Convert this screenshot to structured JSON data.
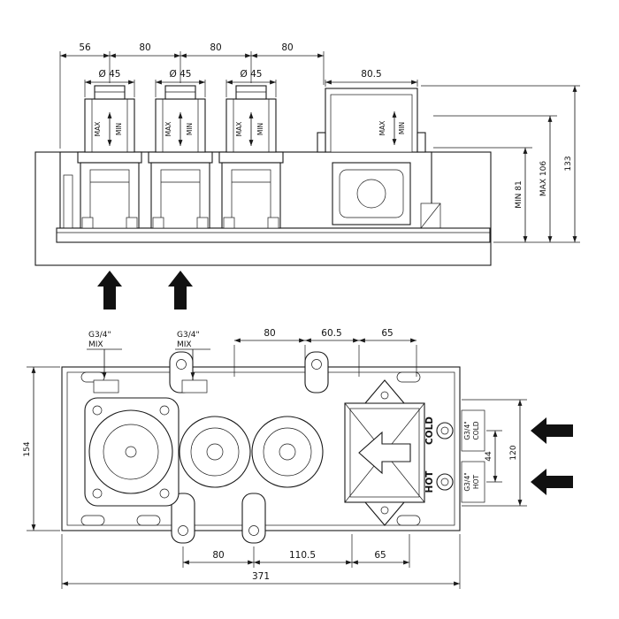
{
  "colors": {
    "line": "#1a1a1a",
    "background": "#ffffff"
  },
  "top_view": {
    "dims": {
      "d56": "56",
      "d80a": "80",
      "d80b": "80",
      "d80c": "80",
      "dia1": "Ø 45",
      "dia2": "Ø 45",
      "dia3": "Ø 45",
      "d80_5": "80.5",
      "min81": "MIN 81",
      "max106": "MAX 106",
      "d133": "133"
    },
    "labels": {
      "max": "MAX",
      "min": "MIN"
    }
  },
  "bottom_view": {
    "dims": {
      "d80_top": "80",
      "d60_5": "60.5",
      "d65_top": "65",
      "d154": "154",
      "d120": "120",
      "d44": "44",
      "d80_bot": "80",
      "d110_5": "110.5",
      "d65_bot": "65",
      "d371": "371"
    },
    "labels": {
      "mix_thread": "G3/4\"",
      "mix_word": "MIX",
      "hot": "HOT",
      "cold": "COLD",
      "port_thread": "G3/4\"",
      "port_cold": "COLD",
      "port_hot": "HOT"
    }
  }
}
